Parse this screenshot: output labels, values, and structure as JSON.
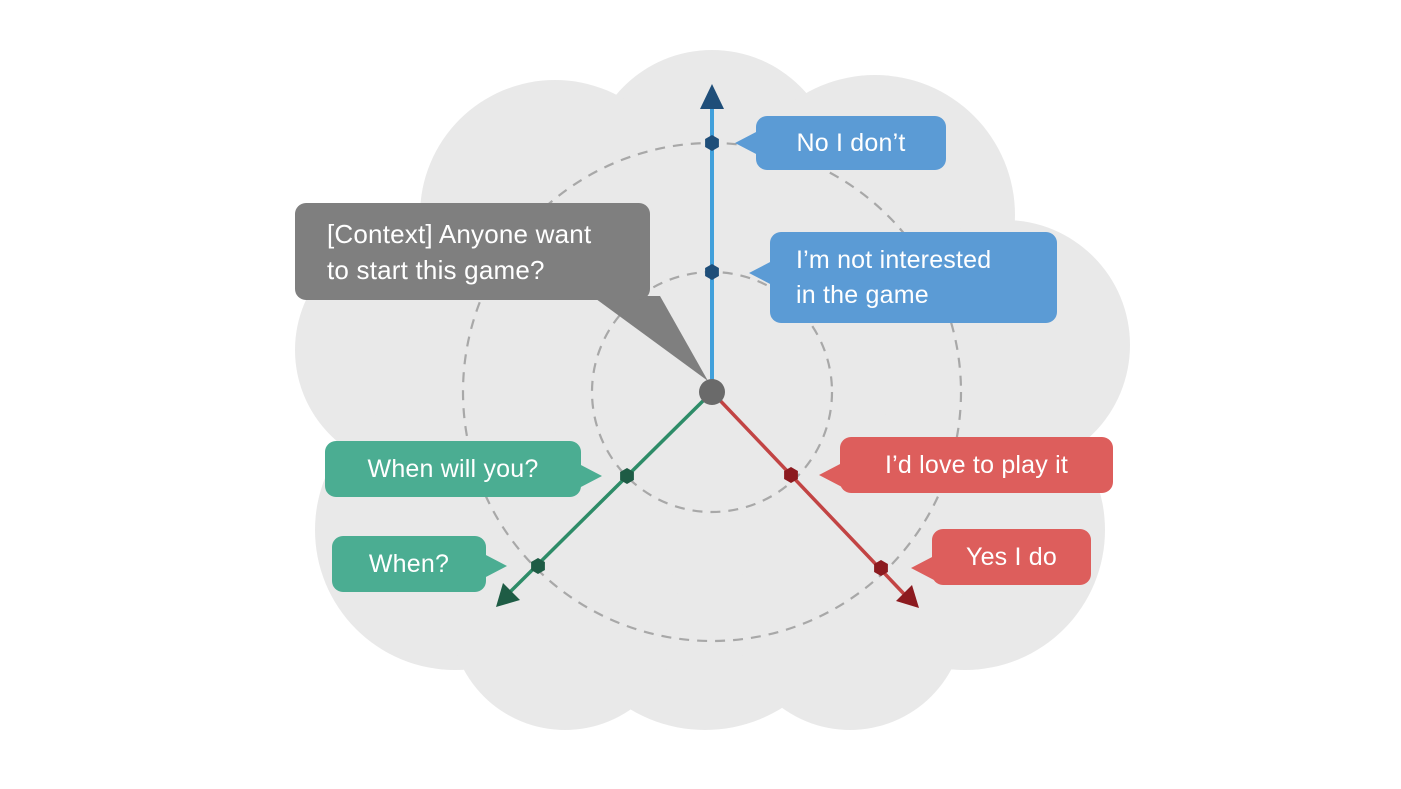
{
  "colors": {
    "background": "#FFFFFF",
    "cloud": "#E9E9E9",
    "dashed_circle": "#A8A8A8",
    "center_dot": "#6A6A6A",
    "context_gray": "#7F7F7F",
    "blue_bubble": "#5B9BD5",
    "blue_axis": "#41A0DB",
    "blue_marker": "#1F4E79",
    "green_bubble": "#4BAD92",
    "green_axis": "#2E8C68",
    "green_marker": "#1E5C45",
    "red_bubble": "#DD5E5C",
    "red_axis": "#C24444",
    "red_marker": "#8C1A1F",
    "text": "#FFFFFF"
  },
  "context": {
    "label": "[Context] Anyone want to start this game?"
  },
  "negative_axis": {
    "far_label": "No I don’t",
    "near_label": "I’m not interested in the game"
  },
  "when_axis": {
    "near_label": "When will you?",
    "far_label": "When?"
  },
  "positive_axis": {
    "near_label": "I’d love to play it",
    "far_label": "Yes I do"
  }
}
